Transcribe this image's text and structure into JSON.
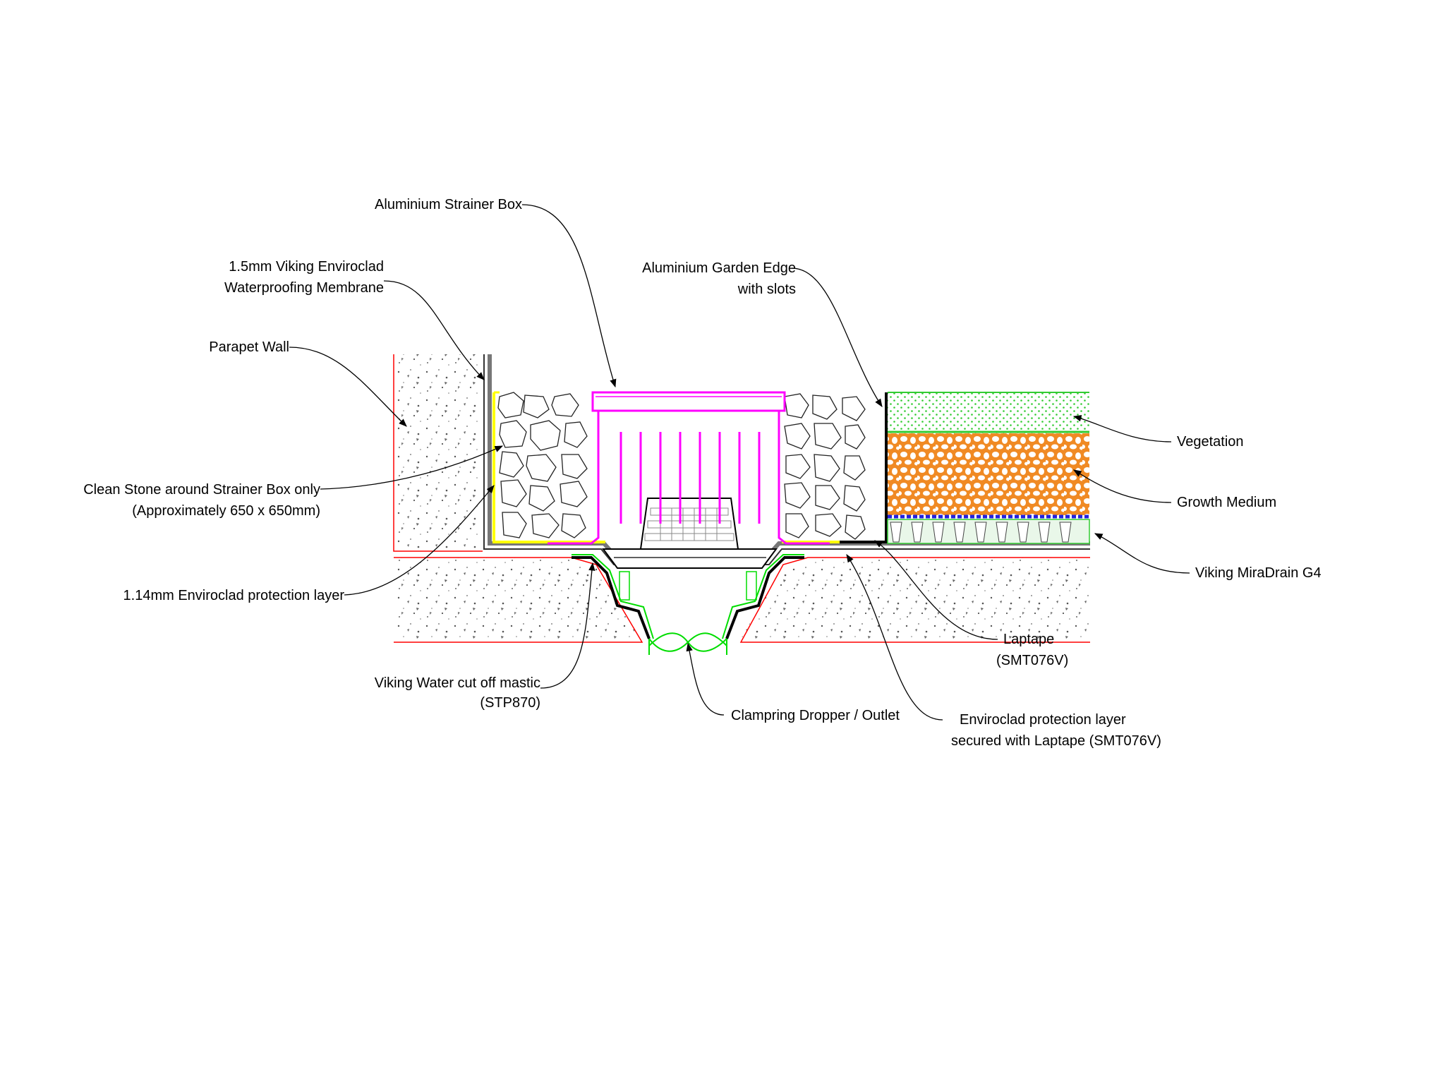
{
  "labels": {
    "strainer_box": "Aluminium Strainer Box",
    "membrane_1": "1.5mm Viking Enviroclad",
    "membrane_2": "Waterproofing Membrane",
    "garden_edge_1": "Aluminium Garden Edge",
    "garden_edge_2": "with slots",
    "parapet": "Parapet Wall",
    "clean_stone_1": "Clean Stone around Strainer Box only",
    "clean_stone_2": "(Approximately 650 x 650mm)",
    "protection_layer": "1.14mm Enviroclad protection layer",
    "vegetation": "Vegetation",
    "growth_medium": "Growth Medium",
    "miradrain": "Viking MiraDrain G4",
    "mastic_1": "Viking Water cut off mastic",
    "mastic_2": "(STP870)",
    "laptape_1": "Laptape",
    "laptape_2": "(SMT076V)",
    "dropper": "Clampring Dropper / Outlet",
    "protection_secured_1": "Enviroclad protection layer",
    "protection_secured_2": "secured with Laptape (SMT076V)"
  },
  "colors": {
    "strainer": "#ff00ff",
    "concrete_outline": "#ff0000",
    "protection": "#ffff00",
    "vegetation": "#33cc33",
    "growth_medium": "#f08a24",
    "drain_board": "#2222dd",
    "outlet": "#00dd00"
  }
}
